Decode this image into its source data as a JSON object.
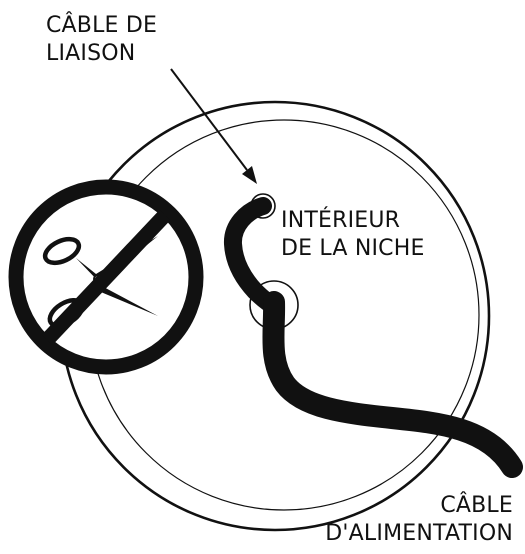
{
  "labels": {
    "bonding_cable": [
      "CÂBLE DE",
      "LIAISON"
    ],
    "niche_interior": [
      "INTÉRIEUR",
      "DE LA NICHE"
    ],
    "power_cable": [
      "CÂBLE",
      "D'ALIMENTATION"
    ]
  },
  "icons": {
    "prohibition": "scissors-prohibited-icon"
  },
  "colors": {
    "line": "#111111",
    "background": "#ffffff"
  }
}
